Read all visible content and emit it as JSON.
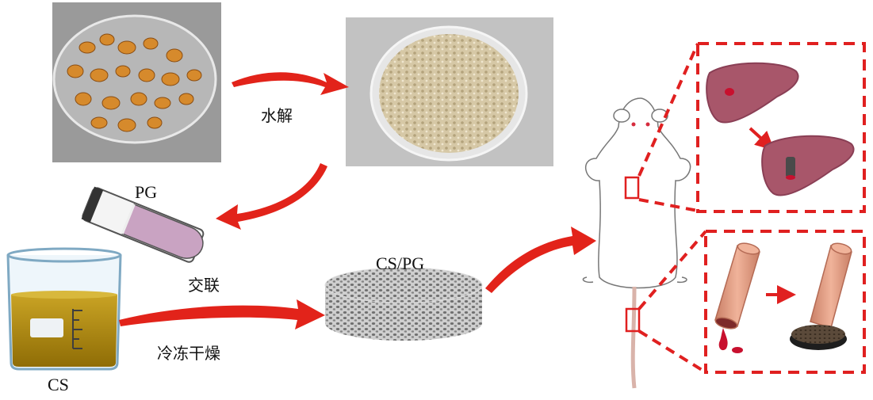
{
  "labels": {
    "hydrolysis": "水解",
    "crosslink": "交联",
    "freeze_dry": "冷冻干燥",
    "pg": "PG",
    "cs": "CS",
    "cs_pg": "CS/PG"
  },
  "colors": {
    "arrow_red": "#e2231a",
    "dash_red": "#e02020",
    "liver": "#a8566a",
    "liver_dark": "#8a3f55",
    "vessel": "#e8a184",
    "vessel_dark": "#c97f66",
    "blood": "#c8102e",
    "beaker_liquid": "#b5900f",
    "tube_fill": "#c9a3c2",
    "sponge": "#bdbdbd",
    "tray_sponge": "#d9ccad"
  }
}
